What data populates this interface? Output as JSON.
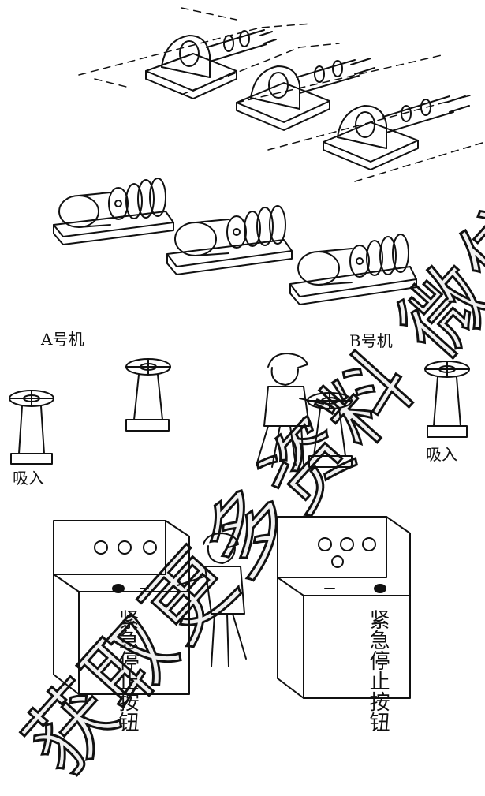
{
  "labels": {
    "unit_a": "A号机",
    "unit_b": "B号机",
    "suction_left": "吸入",
    "suction_right": "吸入",
    "button_left": "紧急停止按钮",
    "button_right": "紧急停止按钮"
  },
  "watermark": "获取更多资料 微信",
  "colors": {
    "ink": "#111111",
    "paper": "#ffffff"
  }
}
